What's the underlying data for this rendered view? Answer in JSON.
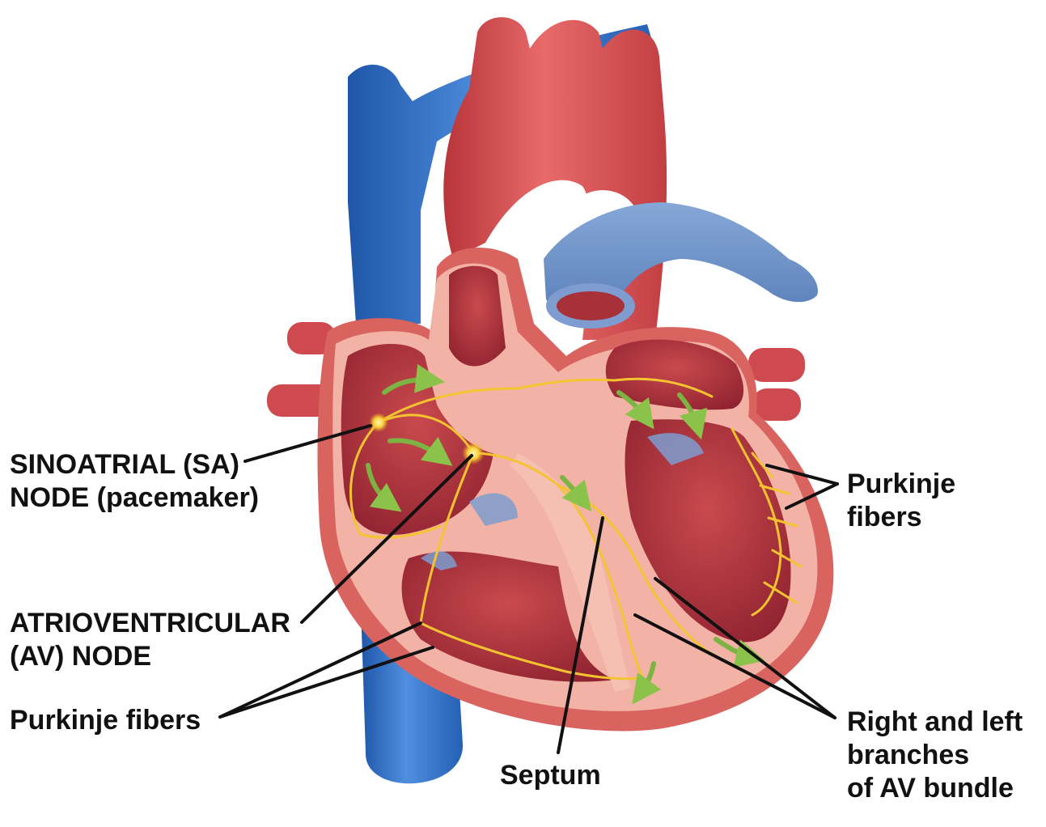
{
  "labels": {
    "sa_node": {
      "line1": "SINOATRIAL (SA)",
      "line2": "NODE (pacemaker)"
    },
    "av_node": {
      "line1": "ATRIOVENTRICULAR",
      "line2": "(AV) NODE"
    },
    "purkinje_left": "Purkinje fibers",
    "septum": "Septum",
    "purkinje_right": {
      "line1": "Purkinje",
      "line2": "fibers"
    },
    "branches": {
      "line1": "Right and left",
      "line2": "branches",
      "line3": "of AV bundle"
    }
  },
  "colors": {
    "myocardium": "#d9645f",
    "myocardium_cut": "#f2b3a6",
    "chamber_interior": "#b8333a",
    "aorta": "#d9494e",
    "vena_cava": "#2f6fc4",
    "pulmonary_artery": "#6f93c7",
    "conduction_fibers": "#f4c430",
    "impulse_arrows": "#7cb342",
    "leader_lines": "#111111"
  }
}
